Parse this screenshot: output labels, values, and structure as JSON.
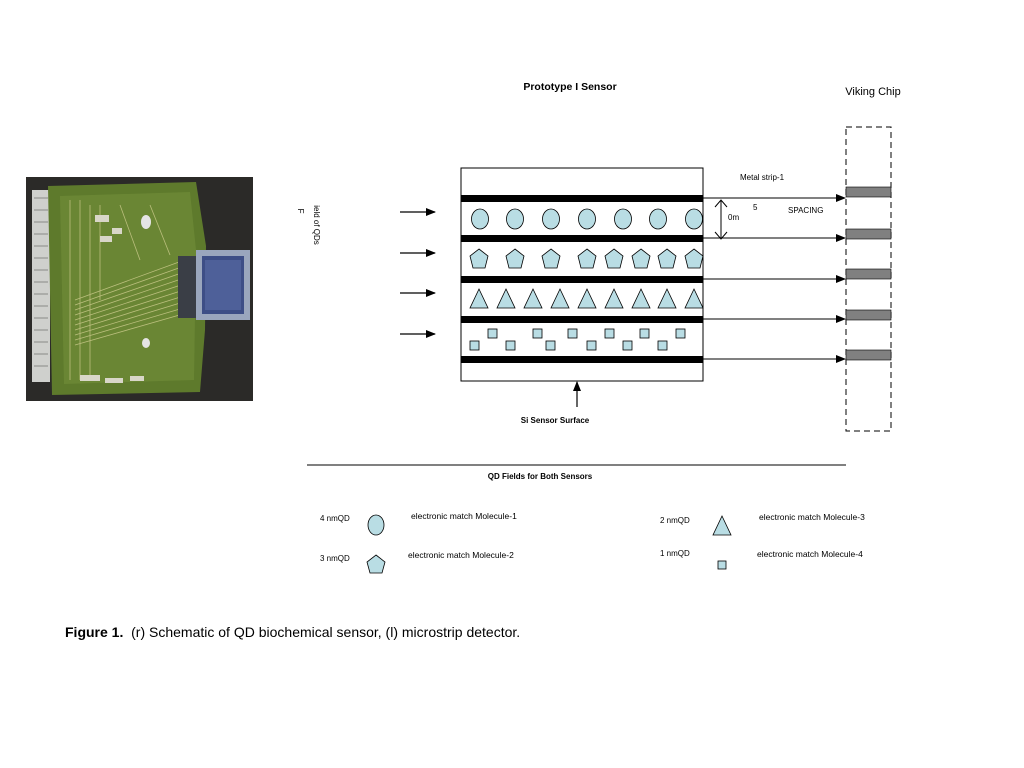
{
  "diagram": {
    "title": "Prototype I Sensor",
    "chip_label": "Viking Chip",
    "metal_strip_label": "Metal strip-1",
    "spacing_value_top": "5",
    "spacing_value_bottom": "0m",
    "spacing_label": "SPACING",
    "field_label_letter": "F",
    "field_label_rest": "ield of QDs",
    "surface_label": "Si Sensor Surface",
    "legend_title": "QD Fields for Both Sensors"
  },
  "legend": {
    "items": [
      {
        "size": "4 nmQD",
        "shape": "circle",
        "text": "electronic match Molecule-1"
      },
      {
        "size": "3 nmQD",
        "shape": "pentagon",
        "text": "electronic match Molecule-2"
      },
      {
        "size": "2 nmQD",
        "shape": "triangle",
        "text": "electronic match Molecule-3"
      },
      {
        "size": "1 nmQD",
        "shape": "square",
        "text": "electronic match Molecule-4"
      }
    ]
  },
  "caption": {
    "label": "Figure 1.",
    "text": "(r) Schematic of QD biochemical sensor, (l) microstrip detector."
  },
  "colors": {
    "qd_fill": "#b9dde4",
    "strip": "#000000",
    "chip_pad": "#808080",
    "board_green": "#5e7a2c",
    "background": "#ffffff"
  }
}
